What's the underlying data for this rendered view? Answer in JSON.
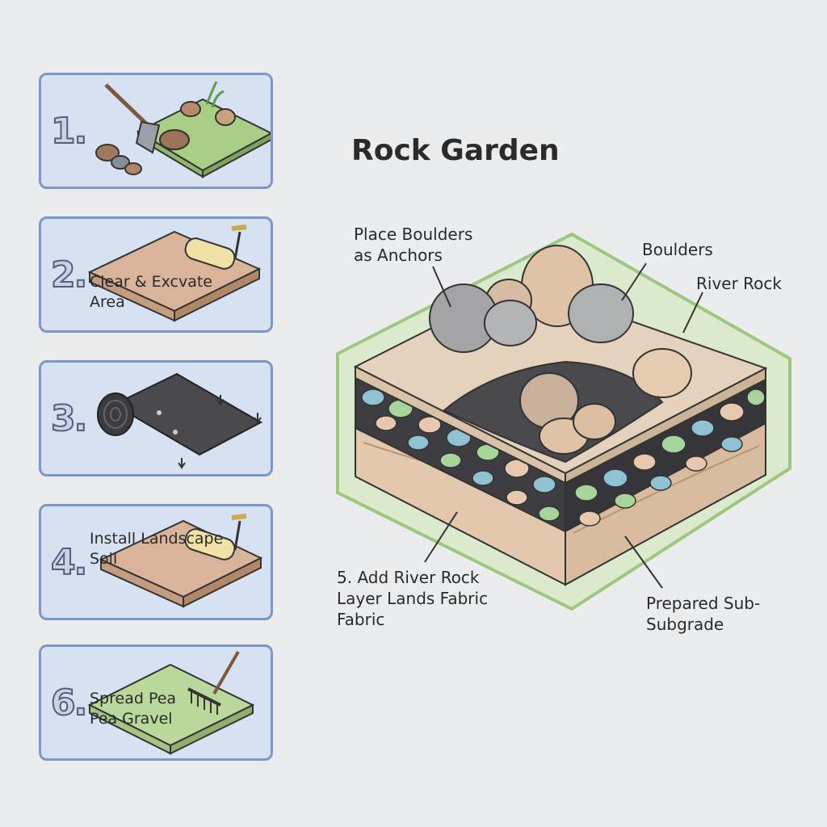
{
  "title": "Rock Garden",
  "steps": [
    {
      "number": "1.",
      "text": ""
    },
    {
      "number": "2.",
      "text": "Clear & Excvate\nArea"
    },
    {
      "number": "3.",
      "text": ""
    },
    {
      "number": "4.",
      "text": "Install Landscape\nSoil"
    },
    {
      "number": "6.",
      "text": "Spread Pea\nPea Gravel"
    }
  ],
  "labels": {
    "place_boulders": "Place Boulders\nas Anchors",
    "boulders": "Boulders",
    "river_rock": "River Rock",
    "add_river_rock": "5. Add River Rock\n  Layer Lands Fabric\nFabric",
    "prepared_subgrade": "Prepared Sub-\n  Subgrade"
  },
  "colors": {
    "card_border": "#7d97c4",
    "card_fill": "#d6e2f1",
    "grass": "#b9d89a",
    "soil": "#d8b59c",
    "fabric": "#4a4a4e",
    "sand": "#e5d2bd"
  },
  "icons": [
    "shovel-icon",
    "roller-icon",
    "fabric-roll-icon",
    "roller-icon",
    "rake-icon"
  ]
}
